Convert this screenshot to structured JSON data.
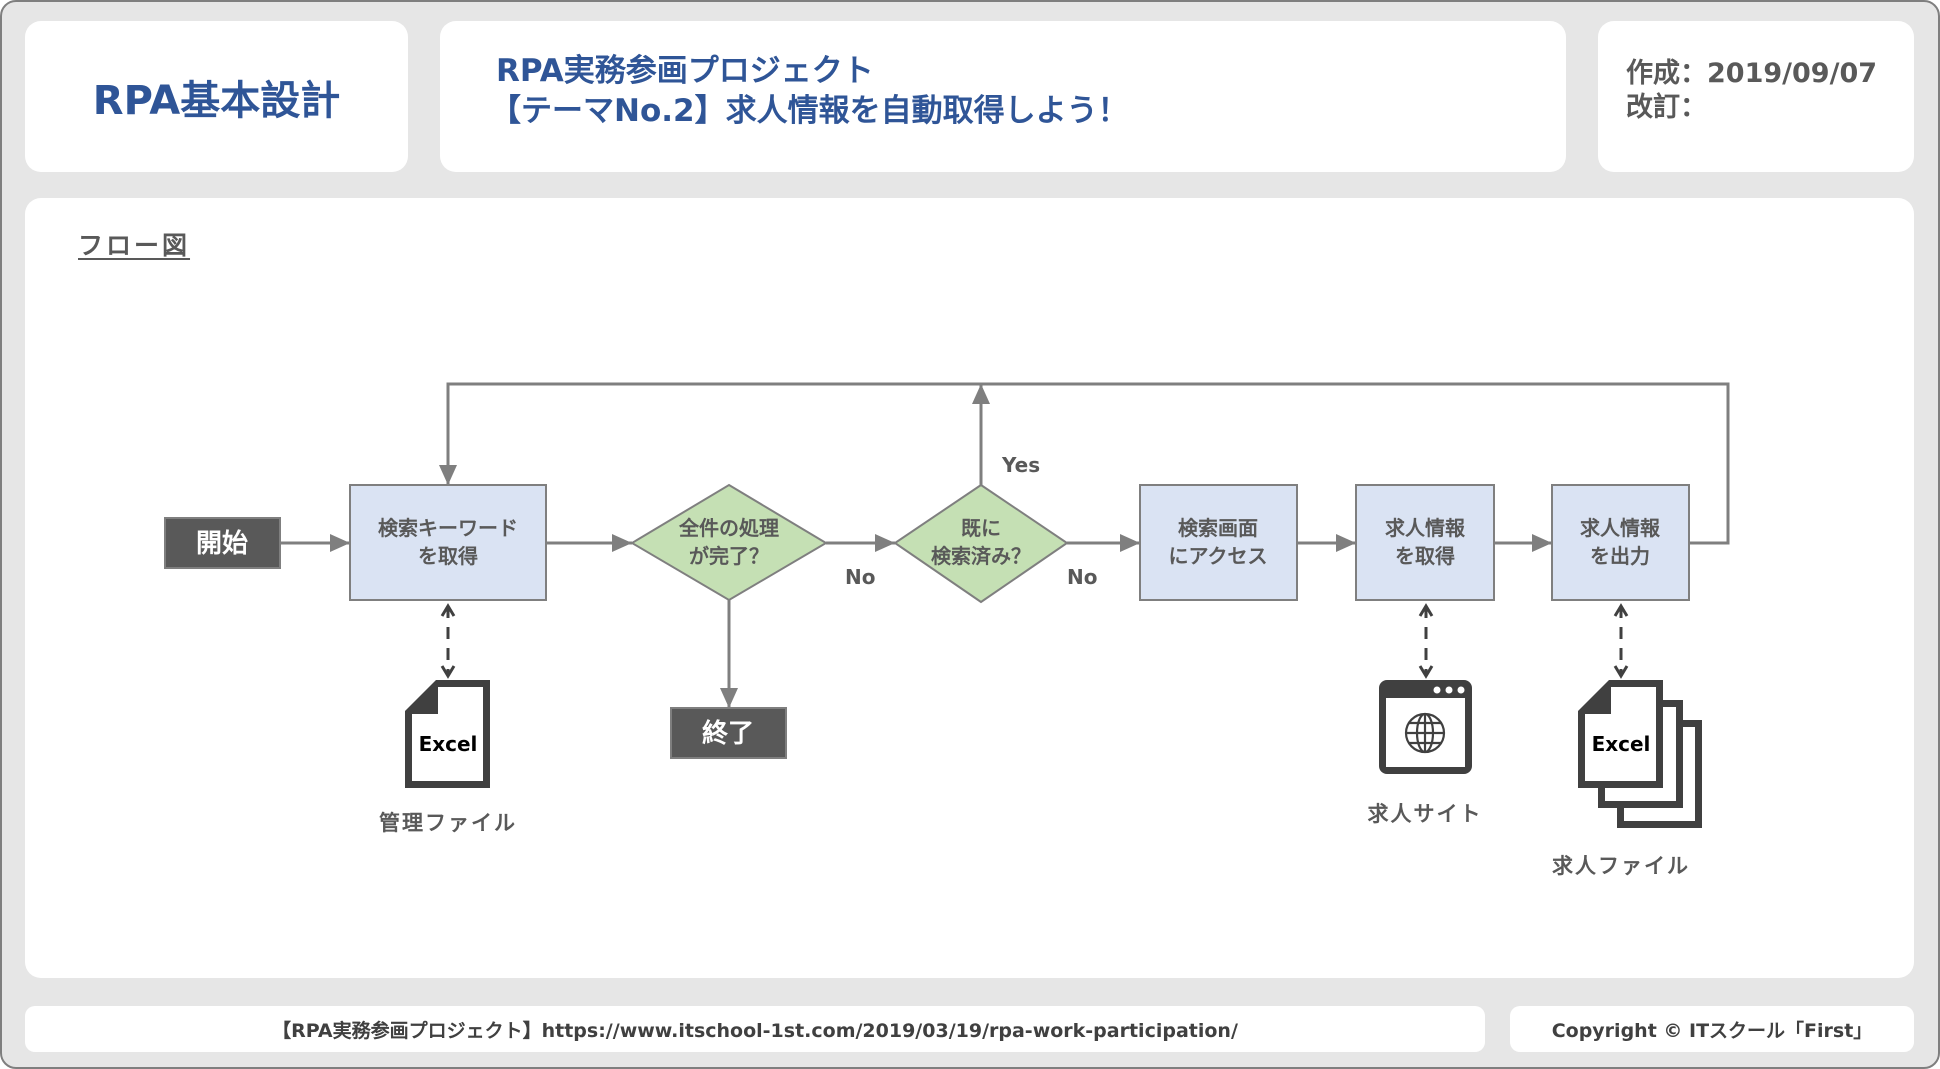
{
  "header": {
    "doc_title": "RPA基本設計",
    "project_line1": "RPA実務参画プロジェクト",
    "project_line2": "【テーマNo.2】求人情報を自動取得しよう！",
    "created_label": "作成：2019/09/07",
    "revised_label": "改訂："
  },
  "main": {
    "section_title": "フロー図"
  },
  "flow": {
    "start": "開始",
    "end": "終了",
    "process_get_keyword": [
      "検索キーワード",
      "を取得"
    ],
    "decision_all_done": [
      "全件の処理",
      "が完了？"
    ],
    "decision_already_searched": [
      "既に",
      "検索済み？"
    ],
    "process_access_search": [
      "検索画面",
      "にアクセス"
    ],
    "process_get_jobs": [
      "求人情報",
      "を取得"
    ],
    "process_output_jobs": [
      "求人情報",
      "を出力"
    ],
    "label_no_1": "No",
    "label_no_2": "No",
    "label_yes": "Yes",
    "excel_label": "Excel",
    "caption_management_file": "管理ファイル",
    "caption_job_site": "求人サイト",
    "caption_job_file": "求人ファイル"
  },
  "colors": {
    "title_blue": "#2f5597",
    "process_fill": "#dae3f3",
    "decision_fill": "#c5e0b4",
    "terminal_fill": "#595959",
    "connector": "#7f7f7f",
    "icon_dark": "#404040"
  },
  "footer": {
    "link_text": "【RPA実務参画プロジェクト】https://www.itschool-1st.com/2019/03/19/rpa-work-participation/",
    "copyright": "Copyright © ITスクール「First」"
  }
}
